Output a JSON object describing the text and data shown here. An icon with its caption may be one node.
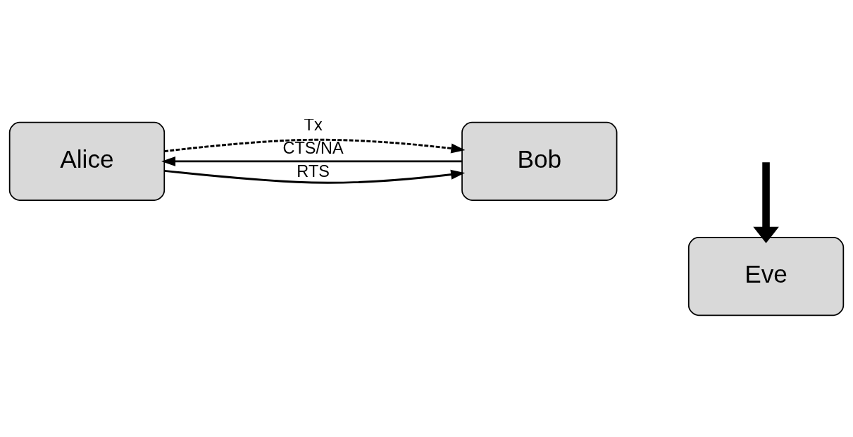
{
  "diagram": {
    "nodes": [
      {
        "text": [
          "Alice"
        ]
      },
      {
        "text": [
          "Bob"
        ]
      },
      {
        "text": [
          "Eve"
        ]
      }
    ],
    "edges": [
      {
        "from": 0,
        "to": 1,
        "arrow": "to",
        "label": "RTS"
      },
      {
        "from": 1,
        "to": 0,
        "arrow": "to",
        "label": "CTS/NA"
      },
      {
        "from": 0,
        "to": 1,
        "arrow": "to",
        "label": "Tx",
        "style": "dashed"
      },
      {
        "from": null,
        "to": 2,
        "arrow": "to",
        "style": "thick"
      }
    ]
  }
}
